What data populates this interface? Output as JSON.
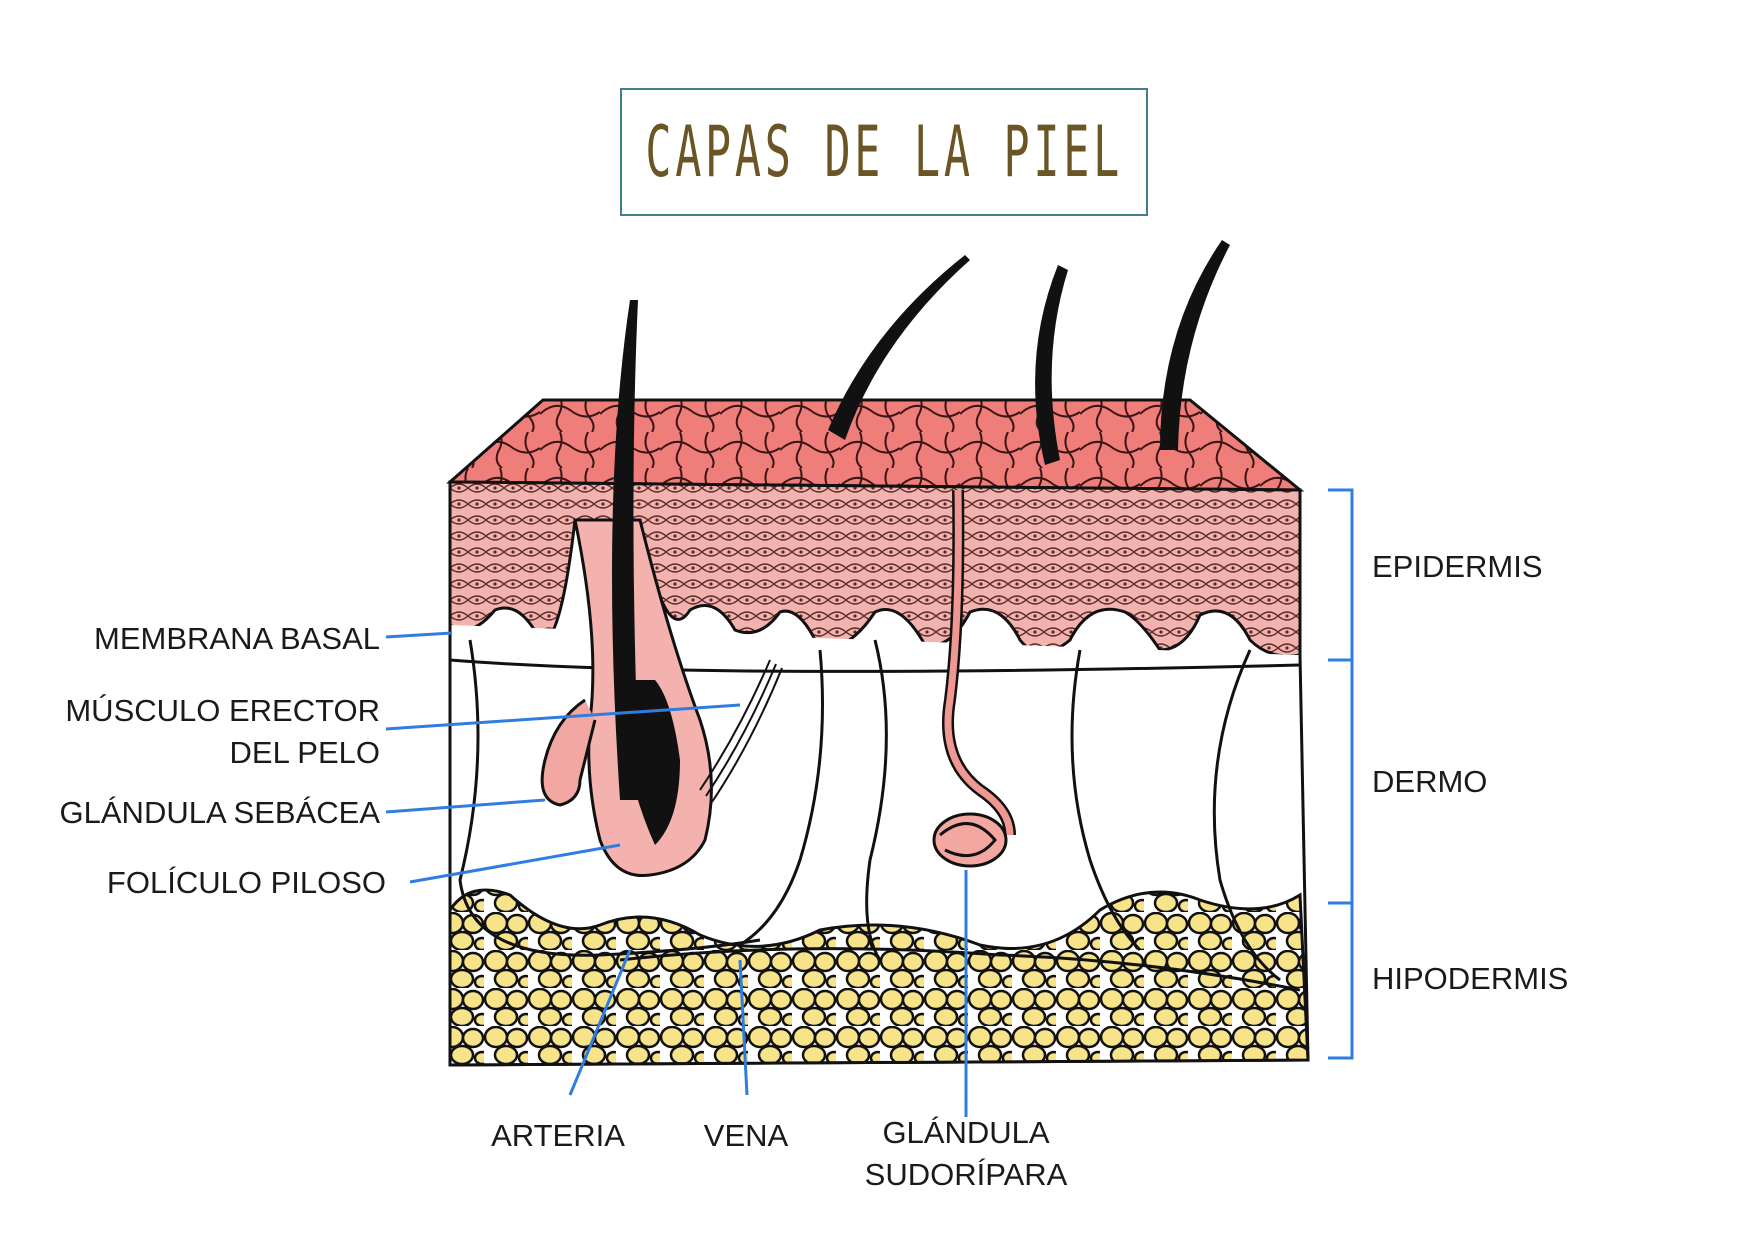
{
  "title": "CAPAS DE LA PIEL",
  "labels": {
    "membrana_basal": "MEMBRANA BASAL",
    "musculo_line1": "MÚSCULO ERECTOR",
    "musculo_line2": "DEL PELO",
    "glandula_sebacea": "GLÁNDULA SEBÁCEA",
    "foliculo_piloso": "FOLÍCULO PILOSO",
    "arteria": "ARTERIA",
    "vena": "VENA",
    "glandula_sudoripara_line1": "GLÁNDULA",
    "glandula_sudoripara_line2": "SUDORÍPARA"
  },
  "layers": {
    "epidermis": "EPIDERMIS",
    "dermo": "DERMO",
    "hipodermis": "HIPODERMIS"
  },
  "colors": {
    "title_text": "#6b5524",
    "title_border": "#3f7f8f",
    "leader_lines": "#2f7de1",
    "stratum_corneum": "#ee7f7c",
    "epidermis": "#f2a7a5",
    "hair": "#111111",
    "fat": "#f6e38a"
  }
}
